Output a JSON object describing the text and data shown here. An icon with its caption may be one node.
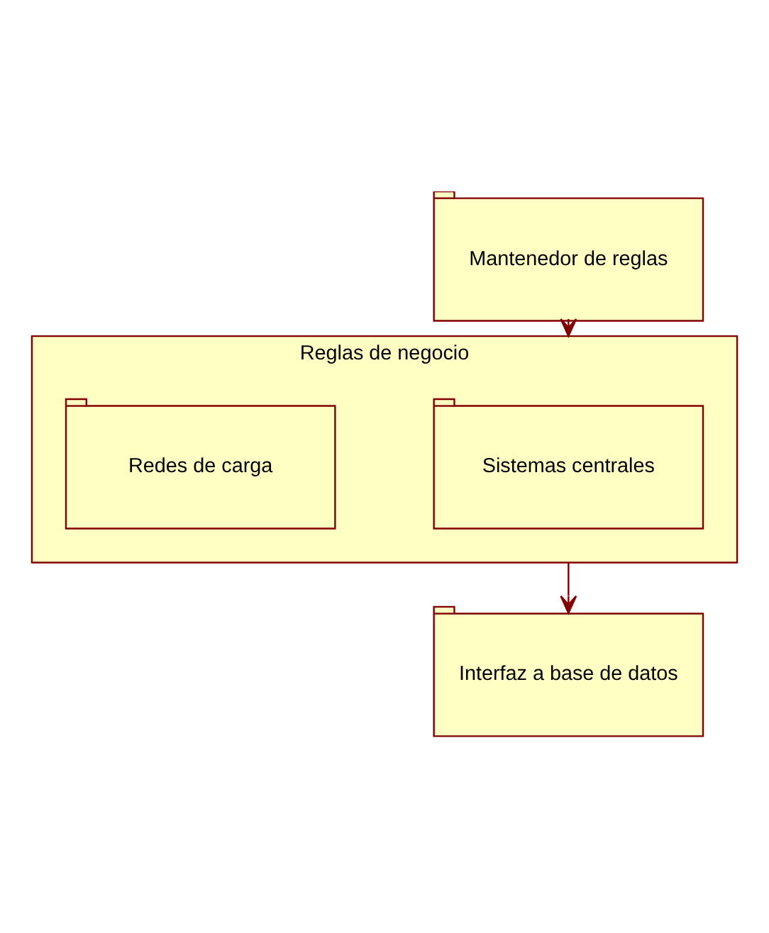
{
  "diagram": {
    "nodes": [
      {
        "text": [
          "Mantenedor de reglas"
        ]
      },
      {
        "text": [
          "Reglas de negocio"
        ]
      },
      {
        "text": [
          "Sistemas centrales"
        ],
        "in": 1
      },
      {
        "text": [
          "Redes de carga"
        ],
        "in": 1
      },
      {
        "text": [
          "Interfaz a base de datos"
        ]
      }
    ],
    "edges": [
      {
        "from": 0,
        "to": 1,
        "arrow": "to"
      },
      {
        "from": 1,
        "to": 4,
        "arrow": "to"
      }
    ]
  }
}
